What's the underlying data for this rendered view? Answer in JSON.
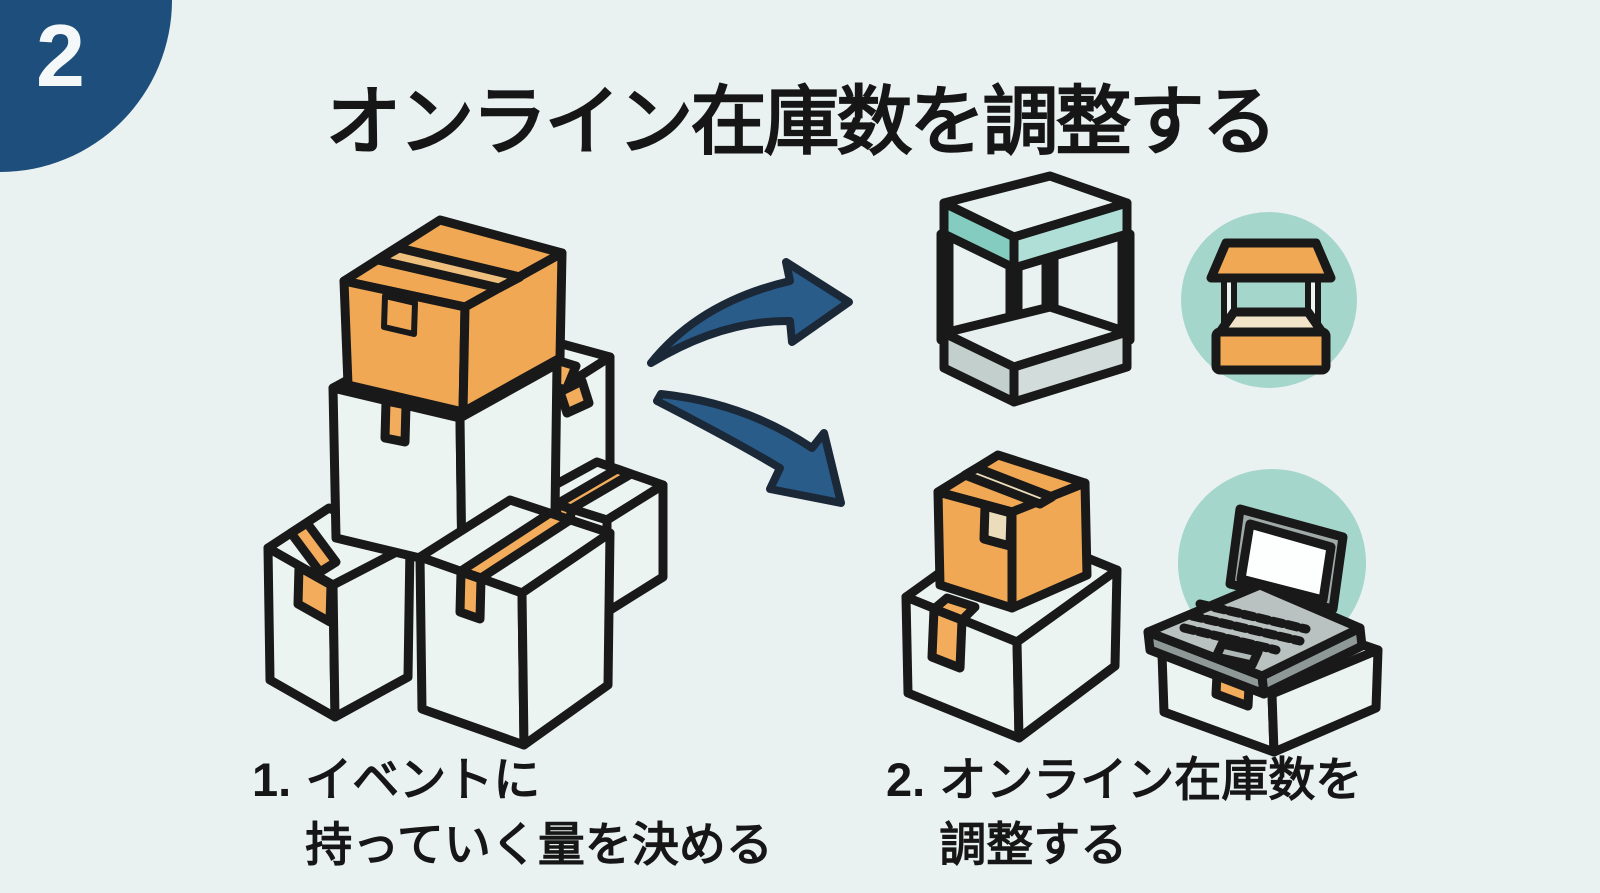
{
  "badge": {
    "number": "2"
  },
  "title": "オンライン在庫数を調整する",
  "captions": {
    "left": {
      "number": "1.",
      "line1": "イベントに",
      "line2": "持っていく量を決める"
    },
    "right": {
      "number": "2.",
      "line1": "オンライン在庫数を",
      "line2": "調整する"
    }
  },
  "icons": {
    "badge": "step-number-badge",
    "left_illustration": "cardboard-box-stack-icon",
    "arrow_top": "curved-arrow-right-up-icon",
    "arrow_bottom": "curved-arrow-right-down-icon",
    "top_right_illustration": "event-display-booth-icon",
    "top_right_badge": "market-stall-icon",
    "bottom_right_illustration": "stacked-shipping-boxes-icon",
    "bottom_right_badge": "laptop-icon"
  },
  "colors": {
    "background": "#E9F2F1",
    "badge_navy": "#1E4E7B",
    "arrow_blue": "#2A5C8A",
    "outline_black": "#191919",
    "box_orange": "#F0A855",
    "tape_orange": "#F2AC5C",
    "tape_cream": "#EBDCBC",
    "box_white": "#ECF4F2",
    "accent_teal": "#A5D6CC",
    "text_black": "#161616"
  }
}
